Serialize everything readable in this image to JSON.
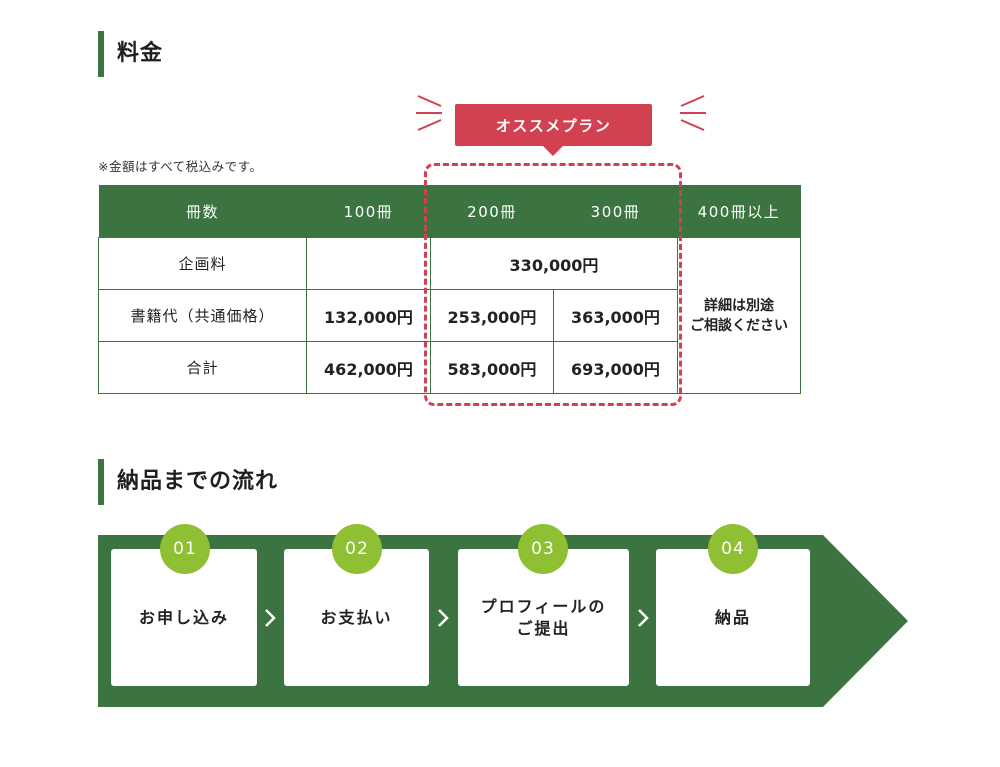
{
  "pricing": {
    "heading": "料金",
    "tax_note": "※金額はすべて税込みです。",
    "recommended_label": "オススメプラン",
    "columns": [
      "冊数",
      "100冊",
      "200冊",
      "300冊",
      "400冊以上"
    ],
    "rows": {
      "planning_fee": {
        "label": "企画料",
        "c100": "",
        "c200_300": "330,000円"
      },
      "book_cost": {
        "label": "書籍代（共通価格）",
        "c100": "132,000円",
        "c200": "253,000円",
        "c300": "363,000円"
      },
      "total": {
        "label": "合計",
        "c100": "462,000円",
        "c200": "583,000円",
        "c300": "693,000円"
      }
    },
    "large_order_note_line1": "詳細は別途",
    "large_order_note_line2": "ご相談ください"
  },
  "flow": {
    "heading": "納品までの流れ",
    "steps": [
      {
        "number": "01",
        "label_line1": "お申し込み",
        "label_line2": ""
      },
      {
        "number": "02",
        "label_line1": "お支払い",
        "label_line2": ""
      },
      {
        "number": "03",
        "label_line1": "プロフィールの",
        "label_line2": "ご提出"
      },
      {
        "number": "04",
        "label_line1": "納品",
        "label_line2": ""
      }
    ]
  },
  "colors": {
    "brand_green": "#3b7440",
    "accent_red": "#d1414f",
    "step_number_green": "#8fbf32"
  }
}
